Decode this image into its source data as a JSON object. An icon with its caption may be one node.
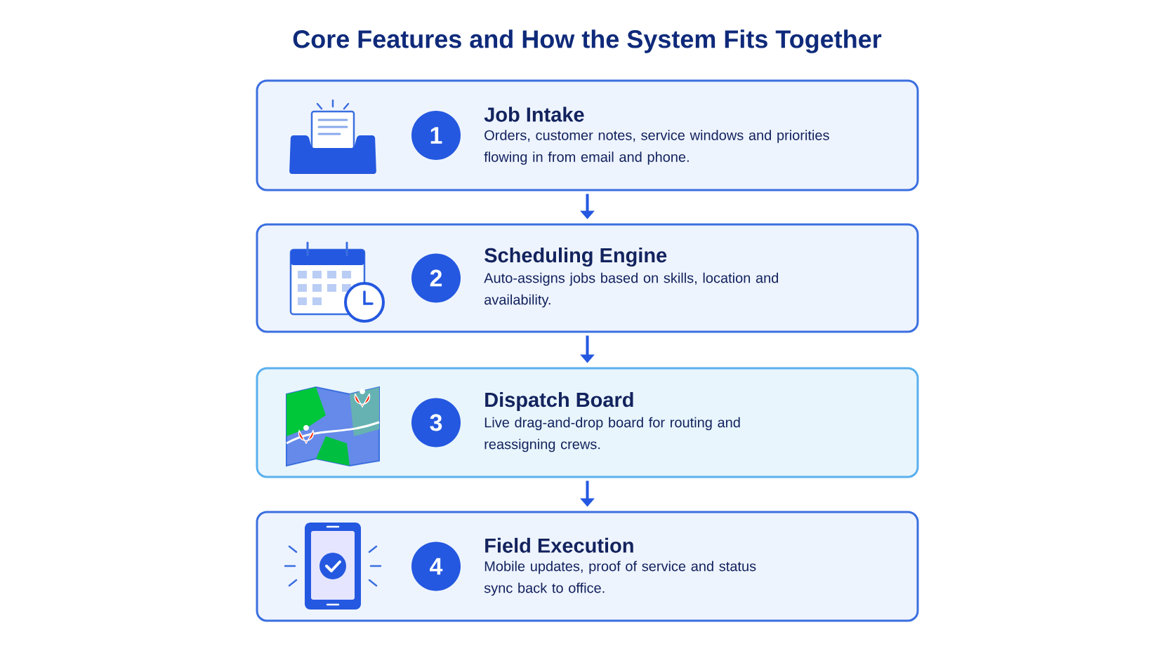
{
  "diagram": {
    "title": "Core Features and How the System Fits Together",
    "nodes": [
      {
        "text": [
          "1",
          "Job Intake",
          "Orders, customer notes, service windows and priorities flowing in from email and phone."
        ]
      },
      {
        "text": [
          "2",
          "Scheduling Engine",
          "Auto-assigns jobs based on skills, location and availability."
        ]
      },
      {
        "text": [
          "3",
          "Dispatch Board",
          "Live drag-and-drop board for routing and reassigning crews."
        ]
      },
      {
        "text": [
          "4",
          "Field Execution",
          "Mobile updates, proof of service and status sync back to office."
        ]
      }
    ],
    "edges": [
      {
        "from": 0,
        "to": 1,
        "arrow": "to"
      },
      {
        "from": 1,
        "to": 2,
        "arrow": "to"
      },
      {
        "from": 2,
        "to": 3,
        "arrow": "to"
      }
    ]
  }
}
